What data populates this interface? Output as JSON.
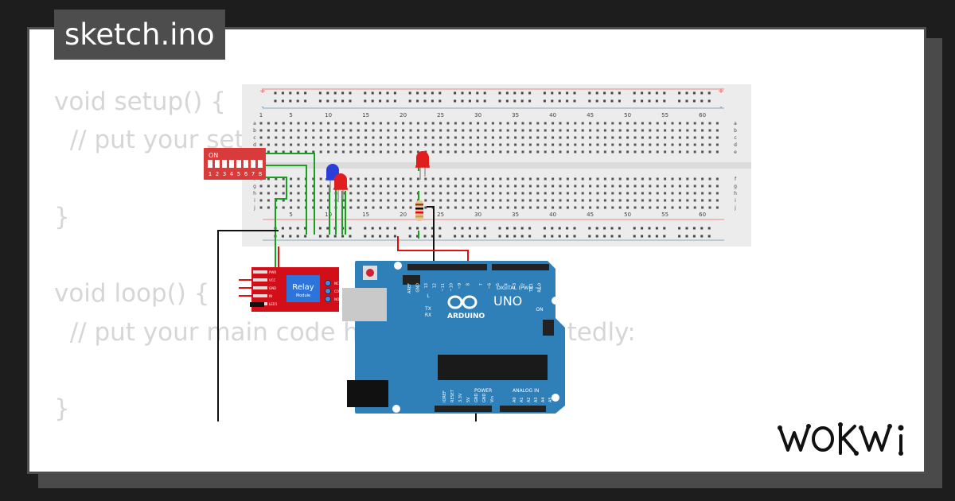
{
  "file_tab": {
    "label": "sketch.ino"
  },
  "code_lines": [
    "void setup() {",
    "  // put your setup code here, to run once:",
    "",
    "}",
    "",
    "void loop() {",
    "  // put your main code here, to run repeatedly:",
    "",
    "}"
  ],
  "breadboard": {
    "column_numbers_top": [
      "1",
      "5",
      "10",
      "15",
      "20",
      "25",
      "30",
      "35",
      "40",
      "45",
      "50",
      "55",
      "60"
    ],
    "column_numbers_bottom": [
      "5",
      "10",
      "15",
      "20",
      "25",
      "30",
      "35",
      "40",
      "45",
      "50",
      "55",
      "60"
    ],
    "row_letters_top": [
      "a",
      "b",
      "c",
      "d",
      "e"
    ],
    "row_letters_bottom": [
      "f",
      "g",
      "h",
      "i",
      "j"
    ],
    "plus": "+",
    "minus": "-"
  },
  "dip_switch": {
    "on_label": "ON",
    "numbers": [
      "1",
      "2",
      "3",
      "4",
      "5",
      "6",
      "7",
      "8"
    ]
  },
  "relay": {
    "title": "Relay",
    "subtitle": "Module",
    "pins": [
      "PWR",
      "VCC",
      "GND",
      "IN",
      "LED1"
    ],
    "terminal_pins": [
      "NC",
      "COM",
      "NO"
    ]
  },
  "arduino": {
    "brand": "ARDUINO",
    "model": "UNO",
    "digital_label": "DIGITAL (PWM ~)",
    "power_label": "POWER",
    "analog_label": "ANALOG IN",
    "on_label": "ON",
    "l_label": "L",
    "tx_label": "TX",
    "rx_label": "RX",
    "top_pins": [
      "AREF",
      "GND",
      "13",
      "12",
      "~11",
      "~10",
      "~9",
      "8",
      "7",
      "~6",
      "~5",
      "4",
      "~3",
      "2",
      "TX 1",
      "RX 0"
    ],
    "power_pins": [
      "IOREF",
      "RESET",
      "3.3V",
      "5V",
      "GND",
      "GND",
      "Vin"
    ],
    "analog_pins": [
      "A0",
      "A1",
      "A2",
      "A3",
      "A4",
      "A5"
    ]
  },
  "brand": {
    "logo": "WOKWI"
  },
  "colors": {
    "background": "#1d1d1d",
    "card": "#ffffff",
    "tab": "#4d4d4d",
    "code_text": "#d6d6d6",
    "breadboard": "#ececec",
    "arduino": "#2f7fb8",
    "relay": "#d20f19",
    "dip_switch": "#d93a3a",
    "wire_green": "#1aa020",
    "wire_red": "#e01010",
    "wire_black": "#111111"
  }
}
